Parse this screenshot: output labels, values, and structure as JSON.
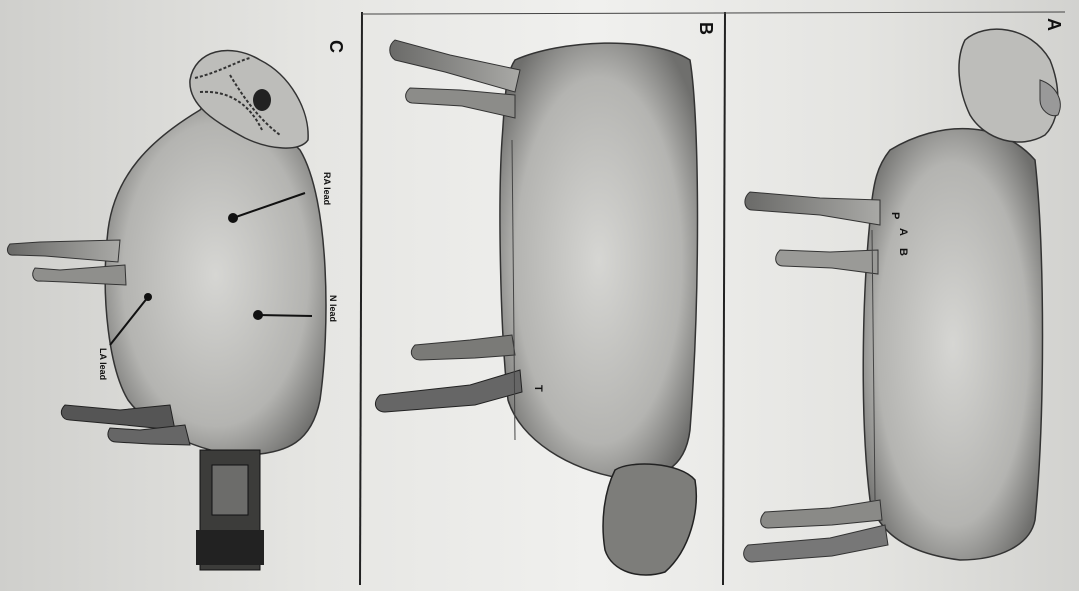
{
  "figure": {
    "panels": [
      {
        "letter": "C",
        "labels": [
          "RA lead",
          "N lead",
          "LA lead"
        ]
      },
      {
        "letter": "B",
        "labels": [
          "T"
        ]
      },
      {
        "letter": "A",
        "labels": [
          "P",
          "A",
          "B"
        ]
      }
    ]
  },
  "colors": {
    "ink": "#111111",
    "paper": "#ececea",
    "cow_shade": "#8a8a88"
  }
}
